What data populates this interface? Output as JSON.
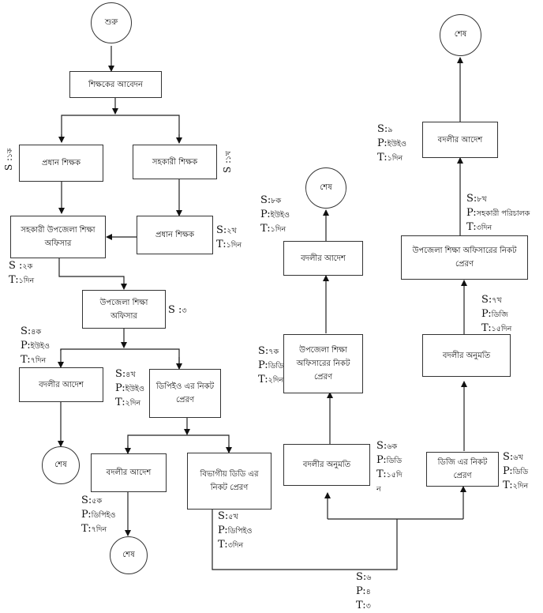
{
  "nodes": {
    "start": "শুরু",
    "application": "শিক্ষকের আবেদন",
    "head_teacher_left": "প্রধান শিক্ষক",
    "assistant_teacher": "সহকারী শিক্ষক",
    "head_teacher_right": "প্রধান শিক্ষক",
    "assistant_upazila_officer": "সহকারী উপজেলা শিক্ষা অফিসার",
    "upazila_officer": "উপজেলা শিক্ষা অফিসার",
    "transfer_order_1": "বদলীর আদেশ",
    "end_1": "শেষ",
    "send_to_dpeo": "ডিপিইও এর নিকট প্রেরণ",
    "transfer_order_2": "বদলীর আদেশ",
    "end_2": "শেষ",
    "send_to_divisional_dd": "বিভাগীয় ডিডি এর নিকট প্রেরণ",
    "transfer_permission_1": "বদলীর অনুমতি",
    "send_to_upazila_officer_1": "উপজেলা শিক্ষা অফিসারের নিকট প্রেরণ",
    "transfer_order_3": "বদলীর আদেশ",
    "end_3": "শেষ",
    "send_to_dg": "ডিজি এর নিকট প্রেরণ",
    "transfer_permission_2": "বদলীর অনুমতি",
    "send_to_upazila_officer_2": "উপজেলা শিক্ষা অফিসারের নিকট প্রেরণ",
    "transfer_order_4": "বদলীর আদেশ",
    "end_4": "শেষ"
  },
  "annotations": {
    "s1a": {
      "s": "S :",
      "sv": "১ক"
    },
    "s1b": {
      "s": "S :",
      "sv": "১খ"
    },
    "s2b": {
      "s": "S:",
      "sv": "২খ",
      "t": "T:",
      "tv": "১দিন"
    },
    "s2a": {
      "s": "S :",
      "sv": "২ক",
      "t": "T:",
      "tv": "১দিন"
    },
    "s3": {
      "s": "S :",
      "sv": "৩"
    },
    "s4a": {
      "s": "S:",
      "sv": "৪ক",
      "p": "P:",
      "pv": "ইউইও",
      "t": "T:",
      "tv": "৭দিন"
    },
    "s4b": {
      "s": "S:",
      "sv": "৪খ",
      "p": "P:",
      "pv": "ইউইও",
      "t": "T:",
      "tv": "২দিন"
    },
    "s5a": {
      "s": "S:",
      "sv": "৫ক",
      "p": "P:",
      "pv": "ডিপিইও",
      "t": "T:",
      "tv": "৭দিন"
    },
    "s5b": {
      "s": "S:",
      "sv": "৫খ",
      "p": "P:",
      "pv": "ডিপিইও",
      "t": "T:",
      "tv": "৩দিন"
    },
    "s6": {
      "s": "S:",
      "sv": "৬",
      "p": "P:",
      "pv": "৪",
      "t": "T:",
      "tv": "৩"
    },
    "s6a": {
      "s": "S:",
      "sv": "৬ক",
      "p": "P:",
      "pv": "ডিডি",
      "t": "T:",
      "tv": "১৫দি",
      "tv2": "ন"
    },
    "s6b": {
      "s": "S:",
      "sv": "৬খ",
      "p": "P:",
      "pv": "ডিডি",
      "t": "T:",
      "tv": "২দিন"
    },
    "s7a": {
      "s": "S:",
      "sv": "৭ক",
      "p": "P:",
      "pv": "ডিডি",
      "t": "T:",
      "tv": "২দিন"
    },
    "s7b": {
      "s": "S:",
      "sv": "৭খ",
      "p": "P:",
      "pv": "ডিজি",
      "t": "T:",
      "tv": "১৫দিন"
    },
    "s8a": {
      "s": "S:",
      "sv": "৮ক",
      "p": "P:",
      "pv": "ইউইও",
      "t": "T:",
      "tv": "১দিন"
    },
    "s8b": {
      "s": "S:",
      "sv": "৮খ",
      "p": "P:",
      "pv": "সহকারী পরিচালক",
      "t": "T:",
      "tv": "৩দিন"
    },
    "s9": {
      "s": "S:",
      "sv": "৯",
      "p": "P:",
      "pv": "ইউইও",
      "t": "T:",
      "tv": "১দিন"
    }
  },
  "colors": {
    "line": "#222222",
    "border": "#333333",
    "background": "#ffffff"
  }
}
